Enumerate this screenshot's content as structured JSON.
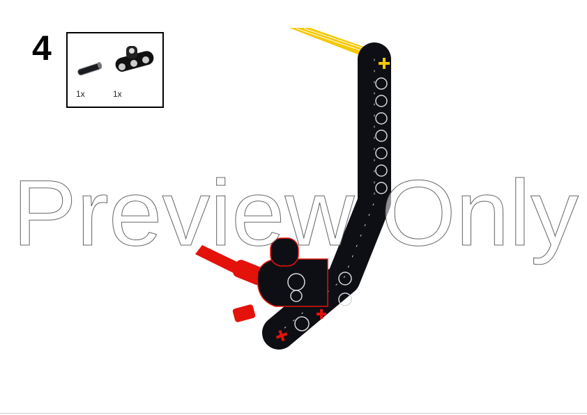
{
  "step": {
    "number": "4"
  },
  "parts_list": [
    {
      "name": "pin-connector",
      "quantity": "1x"
    },
    {
      "name": "beam-with-pin-hole",
      "quantity": "1x"
    }
  ],
  "watermark": {
    "text": "Preview Only"
  },
  "colors": {
    "beam": "#0d0f14",
    "highlight": "#e3120b",
    "yellow": "#f5c800",
    "outline": "#d8d8d8"
  }
}
